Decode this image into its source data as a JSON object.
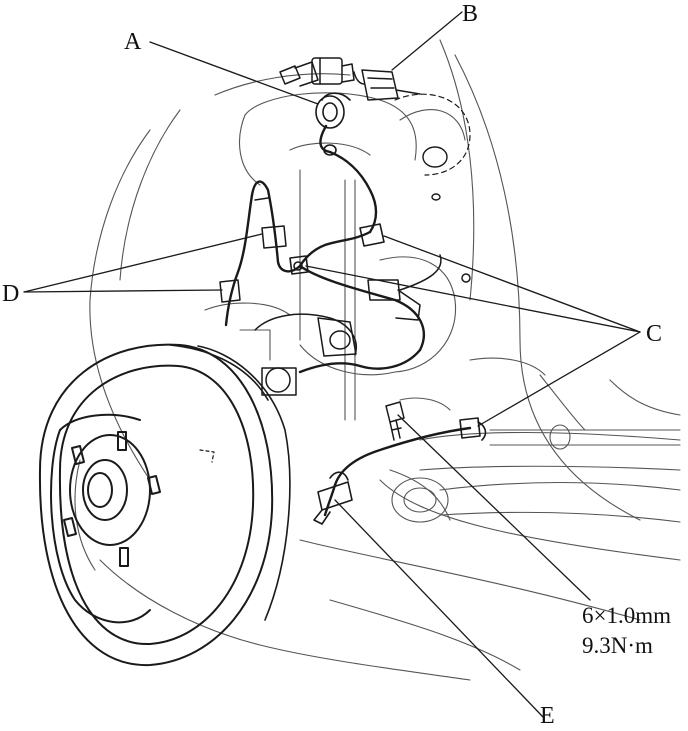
{
  "callouts": {
    "a": "A",
    "b": "B",
    "c": "C",
    "d": "D",
    "e": "E"
  },
  "torque_spec": {
    "bolt_size": "6×1.0mm",
    "torque": "9.3N·m"
  },
  "colors": {
    "ink": "#1a1a1a",
    "paper": "#ffffff",
    "faint": "#8a8a8a"
  }
}
